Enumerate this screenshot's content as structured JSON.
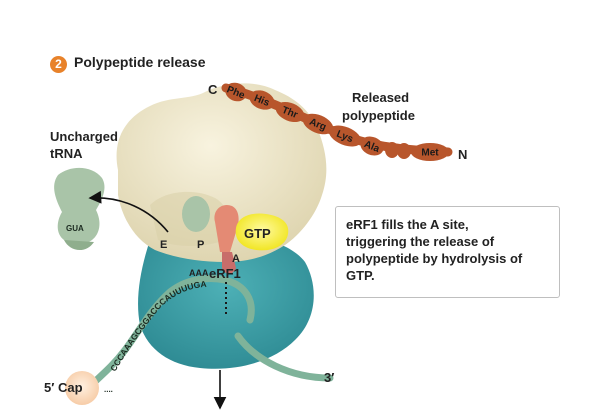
{
  "step": {
    "number": "2",
    "title": "Polypeptide release"
  },
  "labels": {
    "c_terminus": "C",
    "n_terminus": "N",
    "released_polypeptide_line1": "Released",
    "released_polypeptide_line2": "polypeptide",
    "uncharged_trna_line1": "Uncharged",
    "uncharged_trna_line2": "tRNA",
    "site_e": "E",
    "site_p": "P",
    "site_a": "A",
    "gtp": "GTP",
    "erf1": "eRF1",
    "aaa": "AAA",
    "anticodon": "GUA",
    "five_prime_cap": "5′ Cap",
    "three_prime": "3′",
    "mrna_sequence": "CCCAAAGCGGACCCAUUUUGA"
  },
  "polypeptide": {
    "amino_acids": [
      "Phe",
      "His",
      "Thr",
      "Arg",
      "Lys",
      "Ala",
      "Met"
    ]
  },
  "info_box": {
    "line1": "eRF1 fills the A site,",
    "line2": "triggering the release of",
    "line3": "polypeptide by hydrolysis of",
    "line4": "GTP."
  },
  "colors": {
    "large_subunit": "#eee6c8",
    "small_subunit": "#3a9aa2",
    "amino_acid": "#b8562c",
    "trna": "#a9c4a8",
    "gtp": "#f4ec28",
    "mrna": "#7fb39a",
    "badge": "#e8822a"
  }
}
